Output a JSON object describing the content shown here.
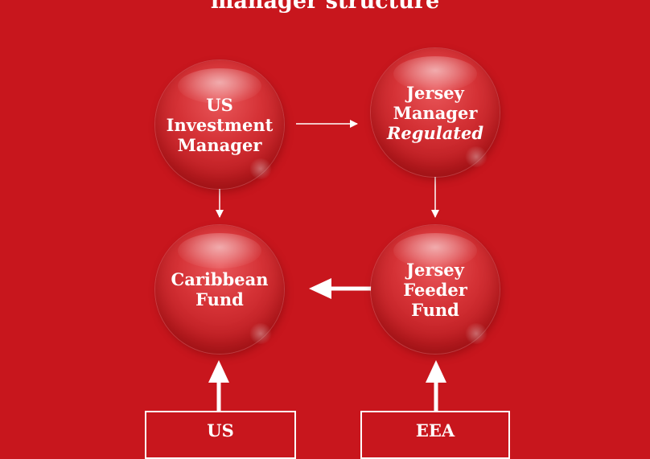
{
  "title": "manager structure",
  "nodes": {
    "us_manager": {
      "line1": "US",
      "line2": "Investment",
      "line3": "Manager"
    },
    "jersey_manager": {
      "line1": "Jersey",
      "line2": "Manager",
      "line3": "Regulated"
    },
    "caribbean_fund": {
      "line1": "Caribbean",
      "line2": "Fund"
    },
    "jersey_feeder": {
      "line1": "Jersey",
      "line2": "Feeder",
      "line3": "Fund"
    }
  },
  "boxes": {
    "us_investors": "US",
    "eea_investors": "EEA"
  },
  "colors": {
    "background": "#c8161d",
    "foreground": "#ffffff"
  }
}
